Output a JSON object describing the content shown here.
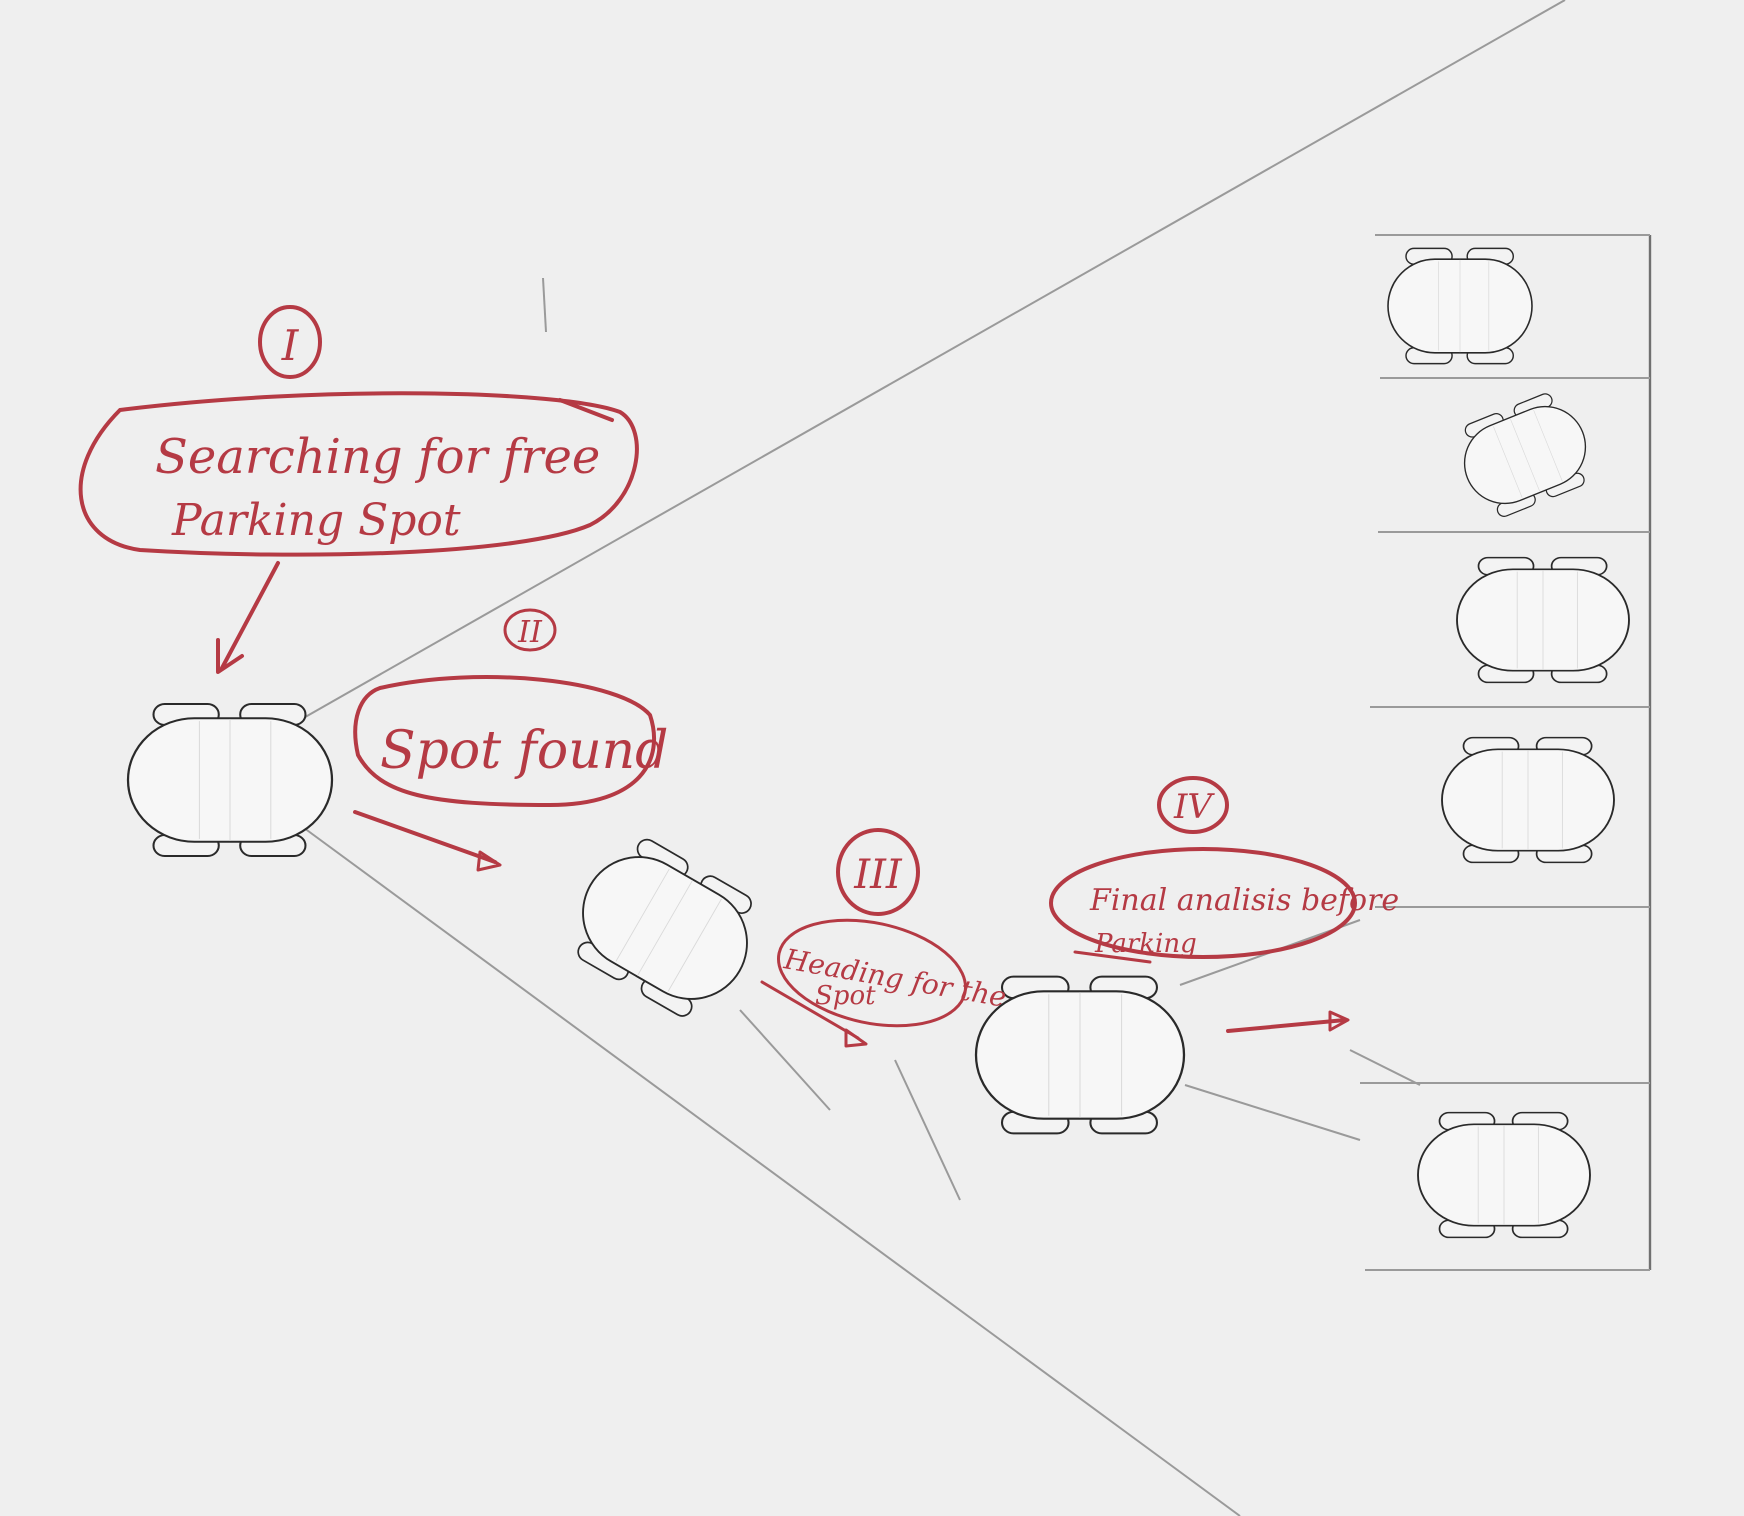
{
  "steps": [
    {
      "numeral": "I",
      "label_line1": "Searching for free",
      "label_line2": "Parking Spot"
    },
    {
      "numeral": "II",
      "label_line1": "Spot found"
    },
    {
      "numeral": "III",
      "label_line1": "Heading for the",
      "label_line2": "Spot"
    },
    {
      "numeral": "IV",
      "label_line1": "Final analisis before",
      "label_line2": "Parking"
    }
  ],
  "colors": {
    "annotation": "#b53a44",
    "pencil": "#9a9a9a",
    "outline": "#2a2a2a",
    "paper": "#efefef"
  }
}
